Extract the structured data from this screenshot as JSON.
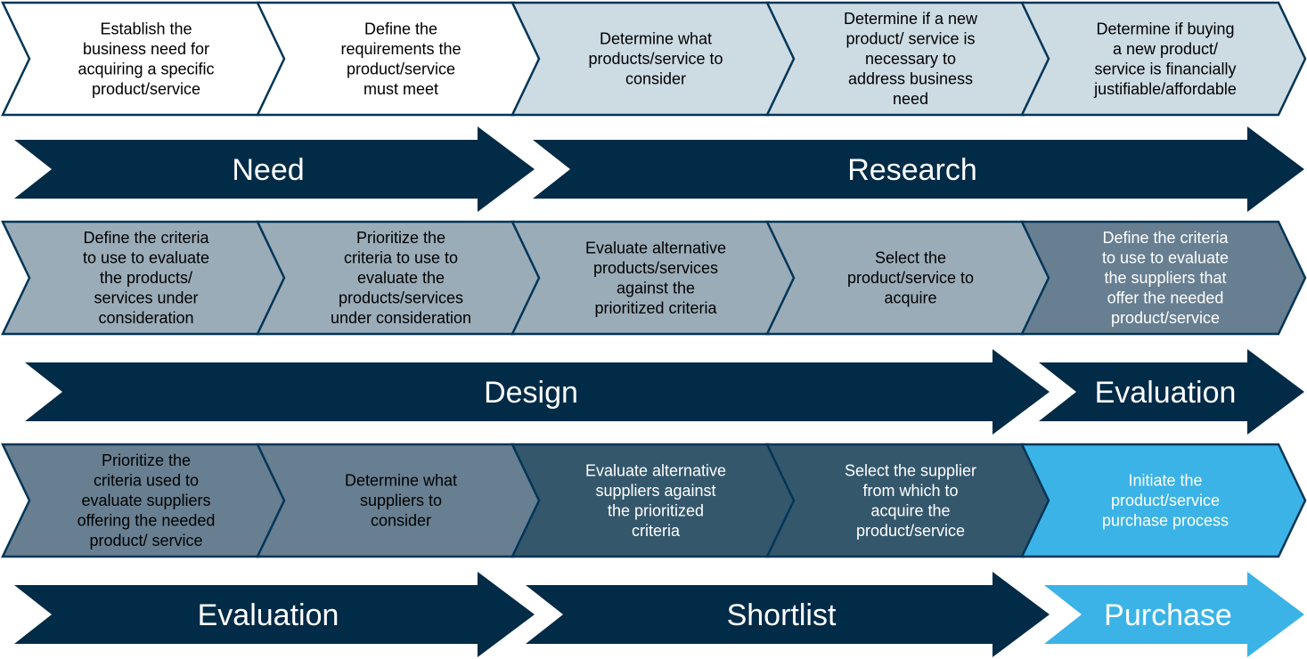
{
  "colors": {
    "white": "#ffffff",
    "light_blue_gray": "#cddbe3",
    "mid_gray": "#9aacb8",
    "slate": "#677f91",
    "dark_slate": "#34576c",
    "bright_blue": "#3bb3e6",
    "navy": "#022b47",
    "border": "#023557"
  },
  "rows": [
    {
      "steps": [
        {
          "lines": [
            "Establish the",
            "business need for",
            "acquiring a specific",
            "product/service"
          ],
          "fill": "white",
          "text": "dark"
        },
        {
          "lines": [
            "Define the",
            "requirements the",
            "product/service",
            "must meet"
          ],
          "fill": "white",
          "text": "dark"
        },
        {
          "lines": [
            "Determine what",
            "products/service to",
            "consider"
          ],
          "fill": "light_blue_gray",
          "text": "dark"
        },
        {
          "lines": [
            "Determine if a new",
            "product/ service is",
            "necessary to",
            "address business",
            "need"
          ],
          "fill": "light_blue_gray",
          "text": "dark"
        },
        {
          "lines": [
            "Determine if buying",
            "a new product/",
            "service is financially",
            "justifiable/affordable"
          ],
          "fill": "light_blue_gray",
          "text": "dark"
        }
      ],
      "phases": [
        {
          "label": "Need",
          "span": 2,
          "color": "navy"
        },
        {
          "label": "Research",
          "span": 3,
          "color": "navy"
        }
      ]
    },
    {
      "steps": [
        {
          "lines": [
            "Define the criteria",
            "to use to evaluate",
            "the products/",
            "services under",
            "consideration"
          ],
          "fill": "mid_gray",
          "text": "dark"
        },
        {
          "lines": [
            "Prioritize the",
            "criteria to use to",
            "evaluate the",
            "products/services",
            "under consideration"
          ],
          "fill": "mid_gray",
          "text": "dark"
        },
        {
          "lines": [
            "Evaluate alternative",
            "products/services",
            "against the",
            "prioritized criteria"
          ],
          "fill": "mid_gray",
          "text": "dark"
        },
        {
          "lines": [
            "Select the",
            "product/service to",
            "acquire"
          ],
          "fill": "mid_gray",
          "text": "dark"
        },
        {
          "lines": [
            "Define the criteria",
            "to use to evaluate",
            "the suppliers that",
            "offer the needed",
            "product/service"
          ],
          "fill": "slate",
          "text": "light"
        }
      ],
      "phases": [
        {
          "label": "Design",
          "span": 4,
          "color": "navy"
        },
        {
          "label": "Evaluation",
          "span": 1,
          "color": "navy"
        }
      ]
    },
    {
      "steps": [
        {
          "lines": [
            "Prioritize the",
            "criteria used to",
            "evaluate suppliers",
            "offering the needed",
            "product/ service"
          ],
          "fill": "slate",
          "text": "dark"
        },
        {
          "lines": [
            "Determine what",
            "suppliers to",
            "consider"
          ],
          "fill": "slate",
          "text": "dark"
        },
        {
          "lines": [
            "Evaluate alternative",
            "suppliers against",
            "the prioritized",
            "criteria"
          ],
          "fill": "dark_slate",
          "text": "light"
        },
        {
          "lines": [
            "Select the supplier",
            "from which to",
            "acquire the",
            "product/service"
          ],
          "fill": "dark_slate",
          "text": "light"
        },
        {
          "lines": [
            "Initiate the",
            "product/service",
            "purchase process"
          ],
          "fill": "bright_blue",
          "text": "light"
        }
      ],
      "phases": [
        {
          "label": "Evaluation",
          "span": 2,
          "color": "navy"
        },
        {
          "label": "Shortlist",
          "span": 2,
          "color": "navy"
        },
        {
          "label": "Purchase",
          "span": 1,
          "color": "bright_blue"
        }
      ]
    }
  ]
}
